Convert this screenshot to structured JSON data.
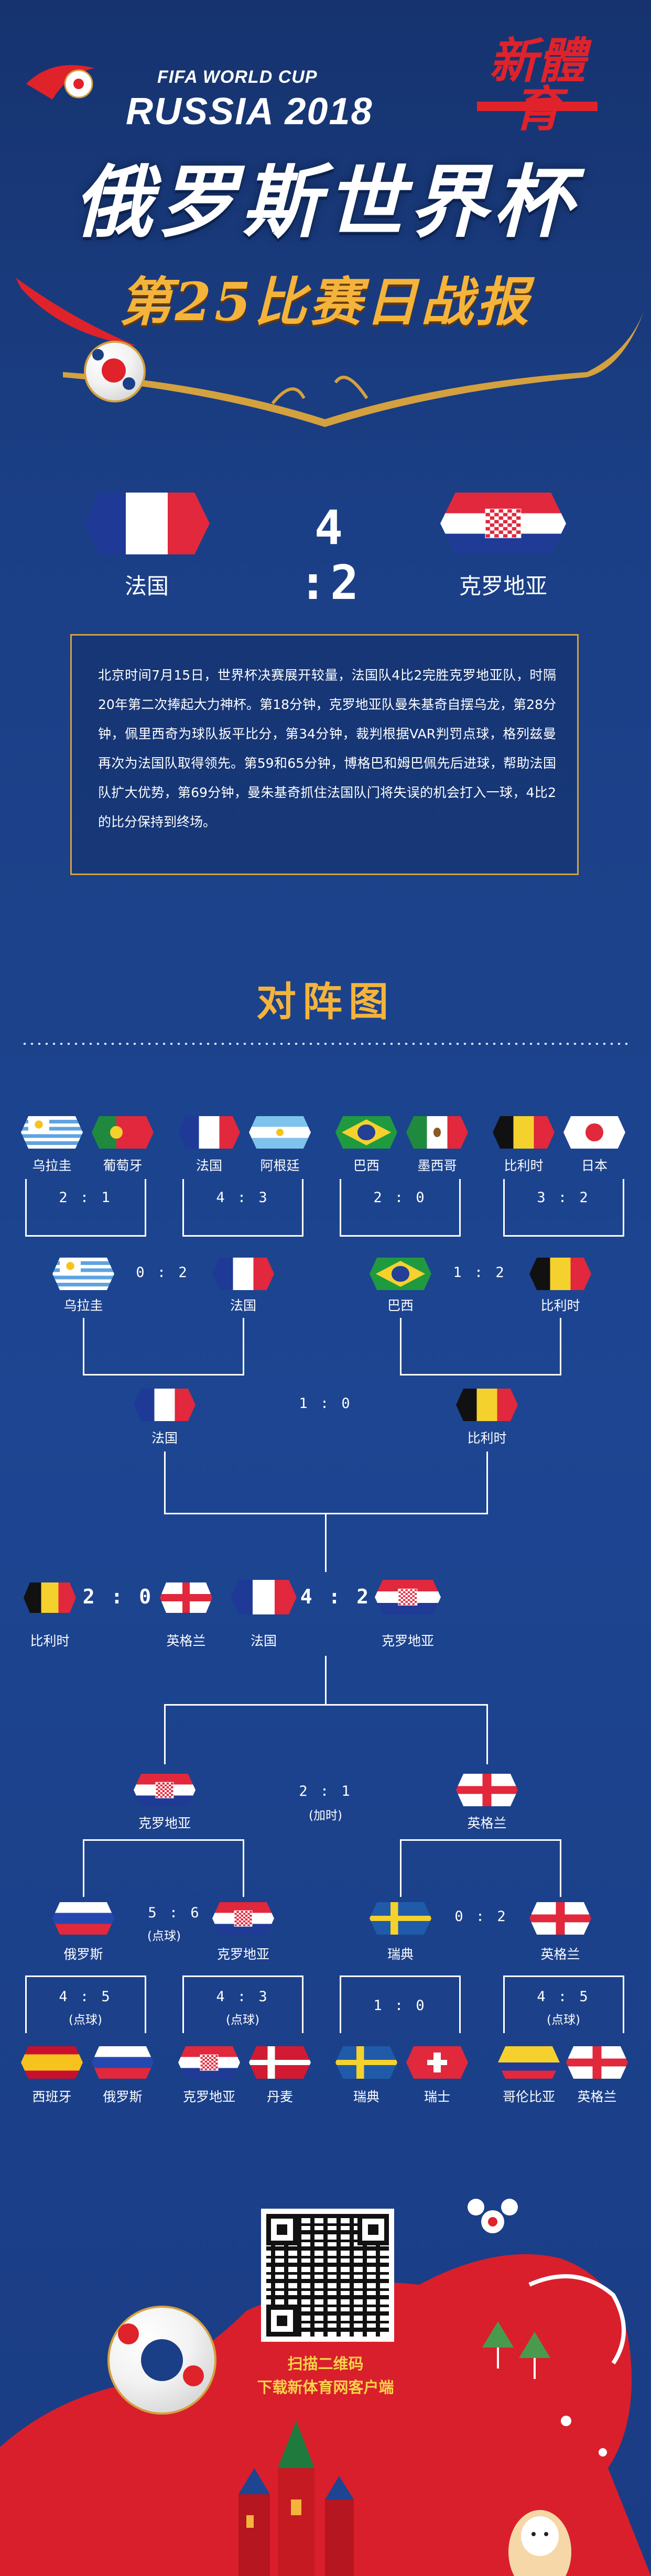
{
  "header": {
    "fifa": "FIFA WORLD CUP",
    "russia": "RUSSIA 2018",
    "logo": "新體育",
    "title": "俄罗斯世界杯",
    "subtitle": "第25比赛日战报"
  },
  "match": {
    "home": "法国",
    "away": "克罗地亚",
    "score": "4 :2"
  },
  "report": "北京时间7月15日，世界杯决赛展开较量，法国队4比2完胜克罗地亚队，时隔20年第二次捧起大力神杯。第18分钟，克罗地亚队曼朱基奇自摆乌龙，第28分钟，佩里西奇为球队扳平比分，第34分钟，裁判根据VAR判罚点球，格列兹曼再次为法国队取得领先。第59和65分钟，博格巴和姆巴佩先后进球，帮助法国队扩大优势，第69分钟，曼朱基奇抓住法国队门将失误的机会打入一球，4比2的比分保持到终场。",
  "bracket": {
    "title": "对阵图",
    "r16_top": [
      {
        "a": "乌拉圭",
        "b": "葡萄牙",
        "score": "2 : 1"
      },
      {
        "a": "法国",
        "b": "阿根廷",
        "score": "4 : 3"
      },
      {
        "a": "巴西",
        "b": "墨西哥",
        "score": "2 : 0"
      },
      {
        "a": "比利时",
        "b": "日本",
        "score": "3 : 2"
      }
    ],
    "qf_top": [
      {
        "a": "乌拉圭",
        "b": "法国",
        "score": "0 : 2"
      },
      {
        "a": "巴西",
        "b": "比利时",
        "score": "1 : 2"
      }
    ],
    "sf_top": {
      "a": "法国",
      "b": "比利时",
      "score": "1 : 0"
    },
    "third": {
      "a": "比利时",
      "b": "英格兰",
      "score": "2 : 0"
    },
    "final": {
      "a": "法国",
      "b": "克罗地亚",
      "score": "4 : 2"
    },
    "sf_bottom": {
      "a": "克罗地亚",
      "b": "英格兰",
      "score": "2 : 1",
      "note": "(加时)"
    },
    "qf_bottom": [
      {
        "a": "俄罗斯",
        "b": "克罗地亚",
        "score": "5 : 6",
        "note": "(点球)"
      },
      {
        "a": "瑞典",
        "b": "英格兰",
        "score": "0 : 2"
      }
    ],
    "r16_bottom": [
      {
        "a": "西班牙",
        "b": "俄罗斯",
        "score": "4 : 5",
        "note": "(点球)"
      },
      {
        "a": "克罗地亚",
        "b": "丹麦",
        "score": "4 : 3",
        "note": "(点球)"
      },
      {
        "a": "瑞典",
        "b": "瑞士",
        "score": "1 : 0"
      },
      {
        "a": "哥伦比亚",
        "b": "英格兰",
        "score": "4 : 5",
        "note": "(点球)"
      }
    ]
  },
  "footer": {
    "line1": "扫描二维码",
    "line2": "下载新体育网客户端"
  },
  "colors": {
    "gold": "#f4b43c",
    "red": "#e0222b",
    "bg": "#1d4591"
  },
  "icons": [
    "soccer-ball-icon",
    "qr-code-icon",
    "kremlin-icon",
    "matryoshka-icon"
  ]
}
